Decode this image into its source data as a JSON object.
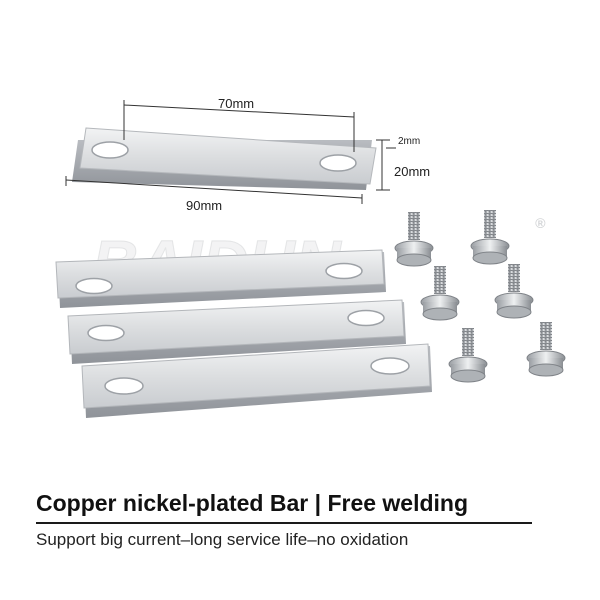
{
  "dimensions": {
    "length_between_holes": "70mm",
    "total_length": "90mm",
    "thickness": "2mm",
    "width": "20mm"
  },
  "watermark": "BAIDUN",
  "watermark_mark": "®",
  "caption": {
    "title": "Copper nickel-plated Bar | Free welding",
    "subtitle": "Support big current–long service life–no oxidation"
  },
  "colors": {
    "metal": "#d9dbdd",
    "metal_edge": "#a9adb2",
    "text": "#111111"
  }
}
